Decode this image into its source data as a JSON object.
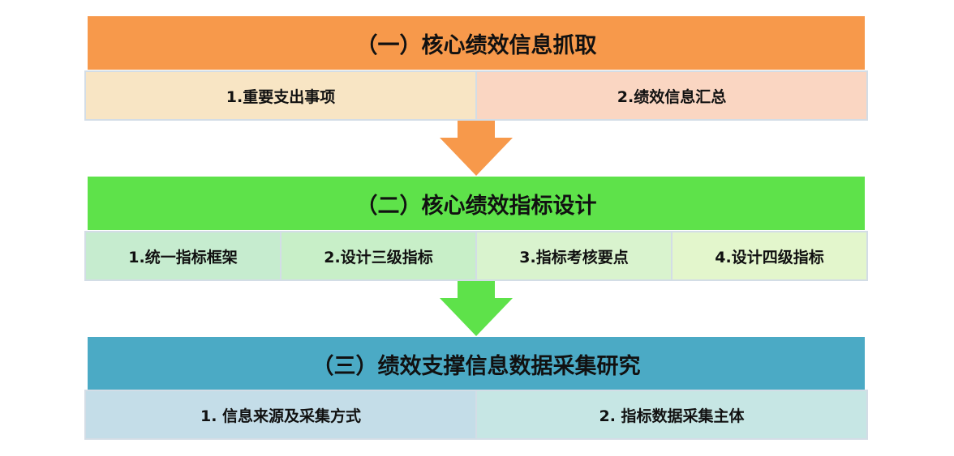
{
  "colors": {
    "stage1": "#f7994b",
    "stage2": "#5ee24a",
    "stage3": "#4baac5",
    "stage1_cells": [
      "#f8e5c4",
      "#fad6c2"
    ],
    "stage2_cells": [
      "#c6eccf",
      "#c8efc8",
      "#d9f3ce",
      "#e3f6cc"
    ],
    "stage3_cells": [
      "#c4dde8",
      "#c6e6e4"
    ]
  },
  "stages": [
    {
      "title": "（一）核心绩效信息抓取",
      "items": [
        "1.重要支出事项",
        "2.绩效信息汇总"
      ]
    },
    {
      "title": "（二）核心绩效指标设计",
      "items": [
        "1.统一指标框架",
        "2.设计三级指标",
        "3.指标考核要点",
        "4.设计四级指标"
      ]
    },
    {
      "title": "（三）绩效支撑信息数据采集研究",
      "items": [
        "1. 信息来源及采集方式",
        "2. 指标数据采集主体"
      ]
    }
  ]
}
